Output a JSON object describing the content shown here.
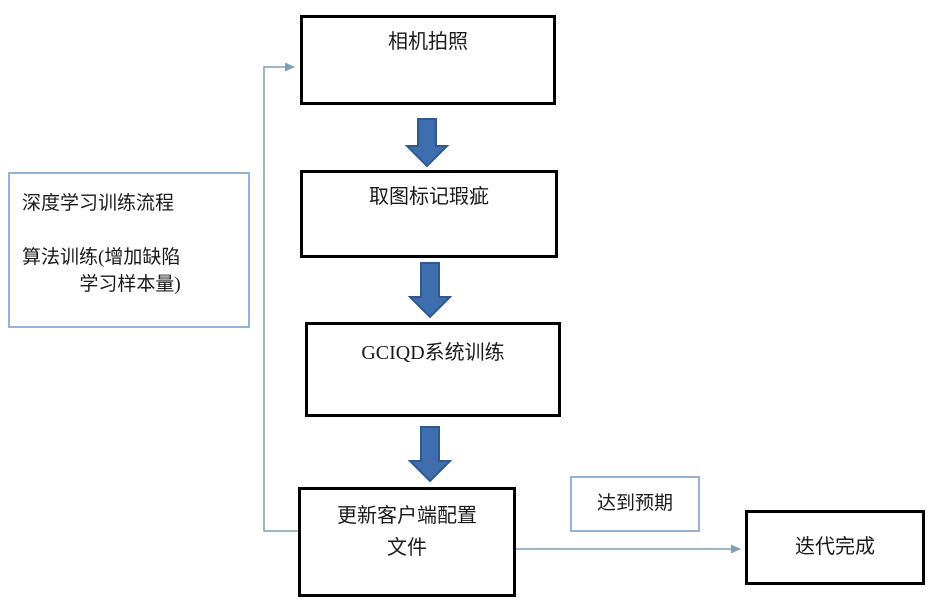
{
  "side_note": {
    "line1": "深度学习训练流程",
    "line2": "算法训练(增加缺陷",
    "line3": "学习样本量)"
  },
  "steps": {
    "camera": "相机拍照",
    "label_defects": "取图标记瑕疵",
    "train": "GCIQD系统训练",
    "update_line1": "更新客户端配置",
    "update_line2": "文件"
  },
  "condition_label": "达到预期",
  "end_node": "迭代完成",
  "colors": {
    "block_arrow_fill": "#3f6eae",
    "block_arrow_stroke": "#2e5a91",
    "connector": "#7f9db9",
    "light_box_border": "#95b3d7",
    "dark_box_border": "#000000"
  }
}
